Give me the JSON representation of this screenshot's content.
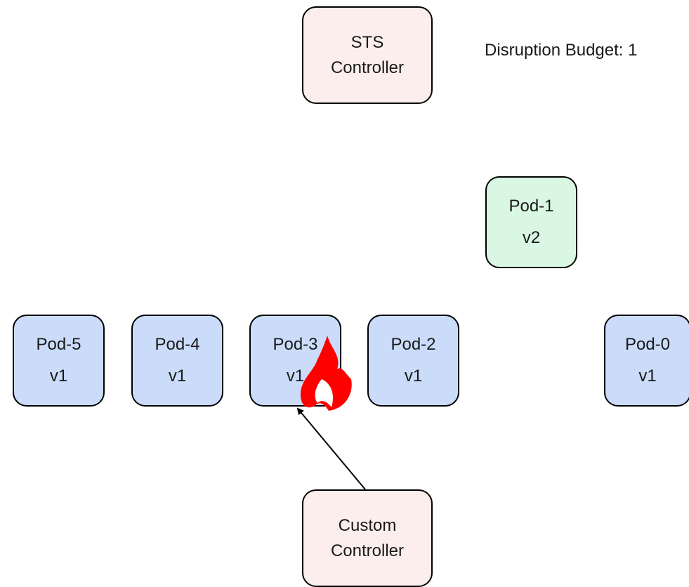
{
  "diagram": {
    "sts_controller": {
      "line1": "STS",
      "line2": "Controller"
    },
    "custom_controller": {
      "line1": "Custom",
      "line2": "Controller"
    },
    "disruption_budget": "Disruption Budget: 1",
    "pods": [
      {
        "name": "Pod-5",
        "version": "v1"
      },
      {
        "name": "Pod-4",
        "version": "v1"
      },
      {
        "name": "Pod-3",
        "version": "v1",
        "status_icon": "fire-icon"
      },
      {
        "name": "Pod-2",
        "version": "v1"
      },
      {
        "name": "Pod-1",
        "version": "v2"
      },
      {
        "name": "Pod-0",
        "version": "v1"
      }
    ],
    "colors": {
      "controller_fill": "#fdeeee",
      "pod_v1_fill": "#cadcf9",
      "pod_v2_fill": "#d9f7e2",
      "fire": "#ff0000",
      "outline": "#000000"
    }
  }
}
